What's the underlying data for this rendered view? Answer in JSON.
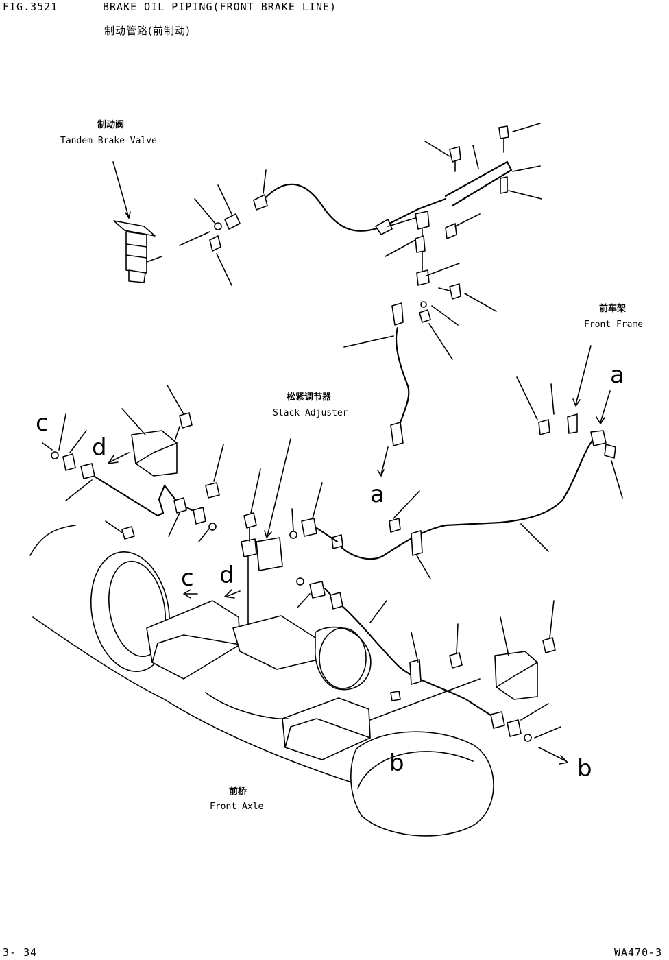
{
  "header": {
    "fig_number": "FIG.3521",
    "title_en": "BRAKE OIL PIPING(FRONT BRAKE LINE)",
    "title_cn": "制动管路(前制动)"
  },
  "labels": {
    "brake_valve_cn": "制动阀",
    "brake_valve_en": "Tandem Brake Valve",
    "front_frame_cn": "前车架",
    "front_frame_en": "Front Frame",
    "slack_adjuster_cn": "松紧调节器",
    "slack_adjuster_en": "Slack Adjuster",
    "front_axle_cn": "前桥",
    "front_axle_en": "Front Axle"
  },
  "connection_markers": {
    "a": "a",
    "b": "b",
    "c": "c",
    "d": "d"
  },
  "footer": {
    "page": "3- 34",
    "model": "WA470-3"
  }
}
